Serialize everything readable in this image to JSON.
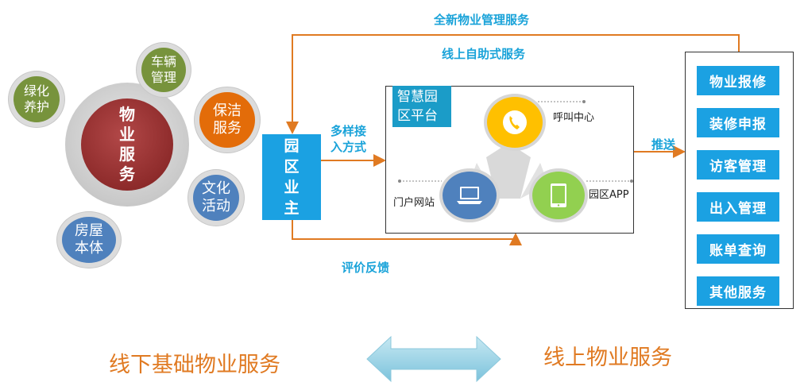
{
  "top_labels": {
    "new_service": "全新物业管理服务",
    "self_service": "线上自助式服务",
    "access": "多样接\n入方式",
    "push": "推送",
    "feedback": "评价反馈"
  },
  "hub": {
    "title": "物业服务",
    "satellites": [
      {
        "label": "绿化\n养护",
        "color": "#77933c"
      },
      {
        "label": "车辆\n管理",
        "color": "#77933c"
      },
      {
        "label": "保洁\n服务",
        "color": "#e36c09"
      },
      {
        "label": "文化\n活动",
        "color": "#4f81bd"
      },
      {
        "label": "房屋\n本体",
        "color": "#4f81bd"
      }
    ]
  },
  "owner": {
    "label": "园区业主"
  },
  "platform": {
    "title": "智慧园\n区平台",
    "channels": {
      "call_center": "呼叫中心",
      "portal": "门户网站",
      "app": "园区APP"
    },
    "colors": {
      "call_center": "#ffc000",
      "portal": "#4f81bd",
      "app": "#92d050"
    }
  },
  "services": [
    "物业报修",
    "装修申报",
    "访客管理",
    "出入管理",
    "账单查询",
    "其他服务"
  ],
  "bottom": {
    "offline": "线下基础物业服务",
    "online": "线上物业服务"
  },
  "colors": {
    "flow": "#e07a22",
    "accent": "#1ba1e2",
    "arrow": "#9dd3e6"
  }
}
